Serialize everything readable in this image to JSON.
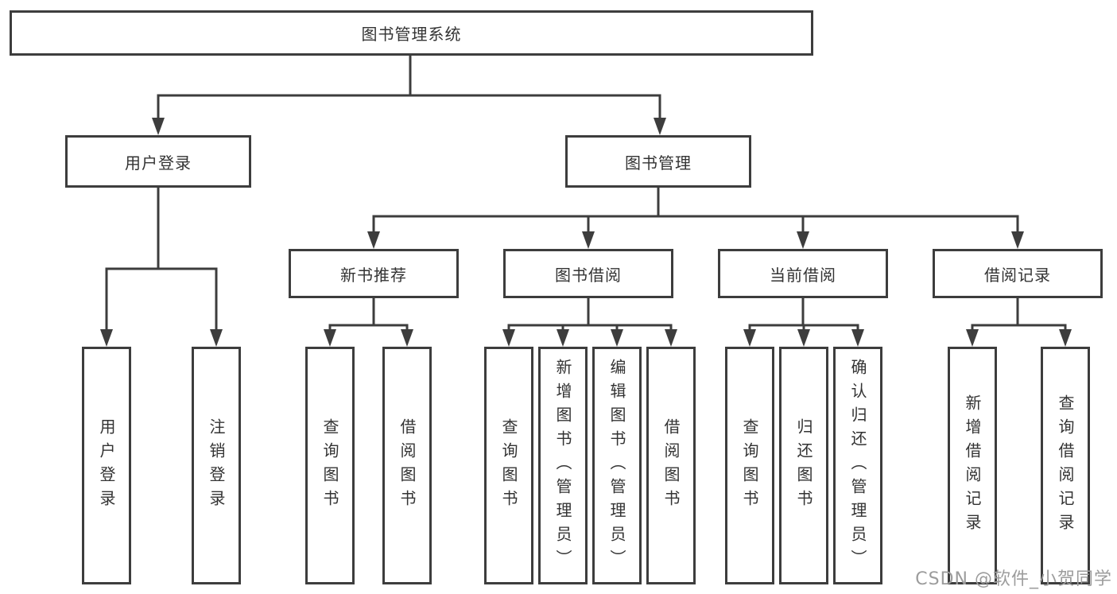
{
  "nodes": {
    "root": "图书管理系统",
    "branch_user_login": "用户登录",
    "branch_book_mgmt": "图书管理",
    "group_new_books": "新书推荐",
    "group_book_borrow": "图书借阅",
    "group_current_borrow": "当前借阅",
    "group_borrow_records": "借阅记录",
    "leaf_user_login": "用户登录",
    "leaf_logout": "注销登录",
    "leaf_nb_query_books": "查询图书",
    "leaf_nb_borrow_books": "借阅图书",
    "leaf_bb_query_books": "查询图书",
    "leaf_bb_add_books": "新增图书（管理员）",
    "leaf_bb_edit_books": "编辑图书（管理员）",
    "leaf_bb_borrow_books": "借阅图书",
    "leaf_cb_query_books": "查询图书",
    "leaf_cb_return_books": "归还图书",
    "leaf_cb_confirm_return": "确认归还（管理员）",
    "leaf_br_add_record": "新增借阅记录",
    "leaf_br_query_record": "查询借阅记录"
  },
  "watermark": {
    "text": "CSDN @软件_小贺同学"
  },
  "colors": {
    "line": "#3d3d3d",
    "box_border": "#3d3d3d",
    "box_background": "#ffffff",
    "text": "#333333",
    "watermark": "#9c9c9c",
    "page_background": "#ffffff"
  }
}
